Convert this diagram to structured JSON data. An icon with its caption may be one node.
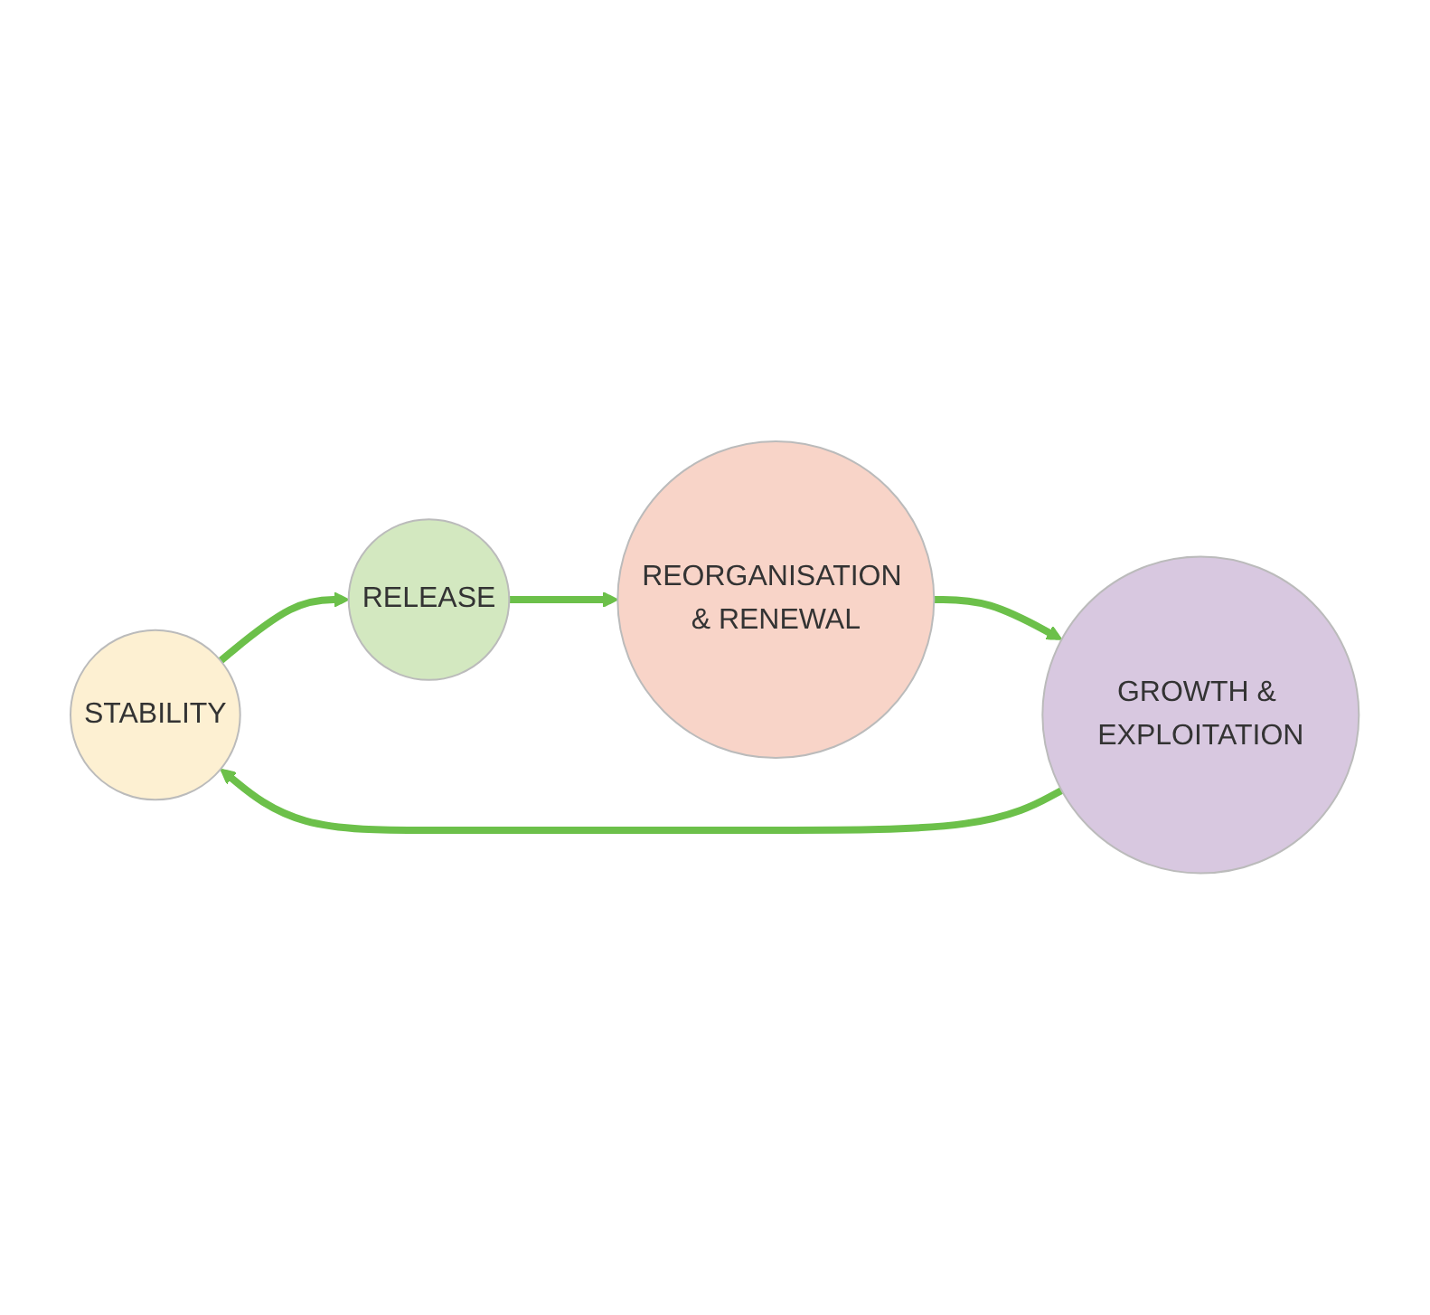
{
  "diagram": {
    "nodes": [
      {
        "text": [
          "STABILITY"
        ]
      },
      {
        "text": [
          "RELEASE"
        ]
      },
      {
        "text": [
          "REORGANISATION & RENEWAL"
        ]
      },
      {
        "text": [
          "GROWTH & EXPLOITATION"
        ]
      }
    ],
    "edges": [
      {
        "from": 0,
        "to": 1,
        "arrow": "to"
      },
      {
        "from": 1,
        "to": 2,
        "arrow": "to"
      },
      {
        "from": 2,
        "to": 3,
        "arrow": "to"
      },
      {
        "from": 3,
        "to": 0,
        "arrow": "to"
      }
    ]
  }
}
